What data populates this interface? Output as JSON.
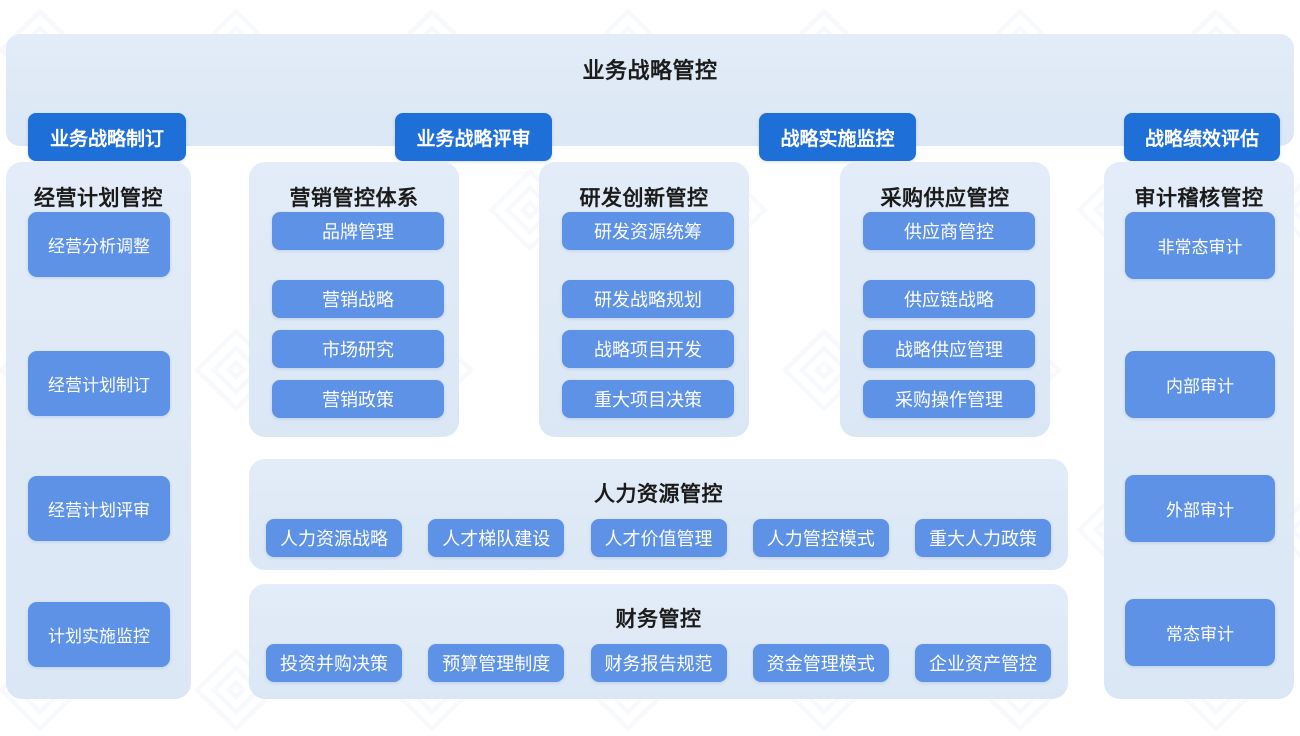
{
  "colors": {
    "page_background": "#ffffff",
    "card_background": "#dfe9f6",
    "primary_button": "#1f6fd8",
    "secondary_button": "#5d92e6",
    "title_text": "#1b1b1b",
    "button_text": "#ffffff"
  },
  "top_bar": {
    "title": "业务战略管控",
    "buttons": [
      {
        "label": "业务战略制订"
      },
      {
        "label": "业务战略评审"
      },
      {
        "label": "战略实施监控"
      },
      {
        "label": "战略绩效评估"
      }
    ]
  },
  "columns": {
    "plan": {
      "title": "经营计划管控",
      "items": [
        {
          "label": "经营计划制订"
        },
        {
          "label": "经营计划评审"
        },
        {
          "label": "计划实施监控"
        },
        {
          "label": "经营分析调整"
        }
      ]
    },
    "marketing": {
      "title": "营销管控体系",
      "items": [
        {
          "label": "营销战略"
        },
        {
          "label": "市场研究"
        },
        {
          "label": "营销政策"
        },
        {
          "label": "品牌管理"
        }
      ]
    },
    "rd": {
      "title": "研发创新管控",
      "items": [
        {
          "label": "研发战略规划"
        },
        {
          "label": "战略项目开发"
        },
        {
          "label": "重大项目决策"
        },
        {
          "label": "研发资源统筹"
        }
      ]
    },
    "purchase": {
      "title": "采购供应管控",
      "items": [
        {
          "label": "供应链战略"
        },
        {
          "label": "战略供应管理"
        },
        {
          "label": "采购操作管理"
        },
        {
          "label": "供应商管控"
        }
      ]
    },
    "audit": {
      "title": "审计稽核管控",
      "items": [
        {
          "label": "内部审计"
        },
        {
          "label": "外部审计"
        },
        {
          "label": "常态审计"
        },
        {
          "label": "非常态审计"
        }
      ]
    }
  },
  "rows": {
    "hr": {
      "title": "人力资源管控",
      "items": [
        {
          "label": "人力资源战略"
        },
        {
          "label": "人才梯队建设"
        },
        {
          "label": "人才价值管理"
        },
        {
          "label": "人力管控模式"
        },
        {
          "label": "重大人力政策"
        }
      ]
    },
    "finance": {
      "title": "财务管控",
      "items": [
        {
          "label": "投资并购决策"
        },
        {
          "label": "预算管理制度"
        },
        {
          "label": "财务报告规范"
        },
        {
          "label": "资金管理模式"
        },
        {
          "label": "企业资产管控"
        }
      ]
    }
  }
}
